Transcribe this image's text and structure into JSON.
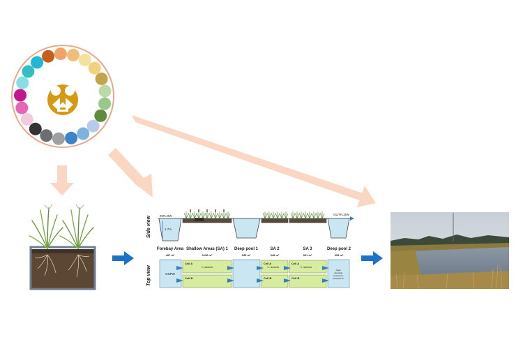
{
  "colors": {
    "background": "#ffffff",
    "peach_arrow": "#f9d7c2",
    "ring_border": "#e7a98a",
    "logo_gold": "#d59a12",
    "water": "#c9e6f2",
    "cell_green": "#d7ec9e",
    "flow_blue": "#2f7fc1",
    "dot_colors": [
      "#c65f1b",
      "#efa468",
      "#f0be74",
      "#f5e0a0",
      "#f2d17c",
      "#c3a34b",
      "#bcd9a9",
      "#98c98b",
      "#5f8b3c",
      "#b5cde8",
      "#7fb3df",
      "#3c83c9",
      "#9ea0a3",
      "#6d6e70",
      "#333333",
      "#f3cbe0",
      "#e765b7",
      "#c2178f",
      "#86dfe3",
      "#35bfc3",
      "#22b6d7"
    ]
  },
  "side_view": {
    "label": "Side view",
    "inflow": "INFLOW",
    "outflow": "OUTFLOW",
    "depth": "1.7m",
    "sediment": "0.4m"
  },
  "top_view": {
    "label": "Top view",
    "forebay_text": "OSPW",
    "deep_pool_2_text": [
      "Algal",
      "microbial",
      "consortium",
      "phosphorus"
    ]
  },
  "compartments": [
    {
      "name": "Forebay Area",
      "area": "497 m²"
    },
    {
      "name": "Shallow Areas (SA) 1",
      "area": "2236 m²"
    },
    {
      "name": "Deep pool 1",
      "area": "545 m²"
    },
    {
      "name": "SA 2",
      "area": "348 m²"
    },
    {
      "name": "SA 3",
      "area": "501 m²"
    },
    {
      "name": "Deep pool 2",
      "area": "453 m²"
    }
  ],
  "cells": {
    "sa1": {
      "a": "Cell A",
      "b": "Cell B",
      "note": "+/- nutrients"
    },
    "sa2": {
      "a": "Cell A",
      "b": "Cell B",
      "note": "+/- nutrients"
    },
    "sa3": {
      "a": "Cell A",
      "b": "Cell B",
      "note": "+/- nutrients"
    }
  }
}
